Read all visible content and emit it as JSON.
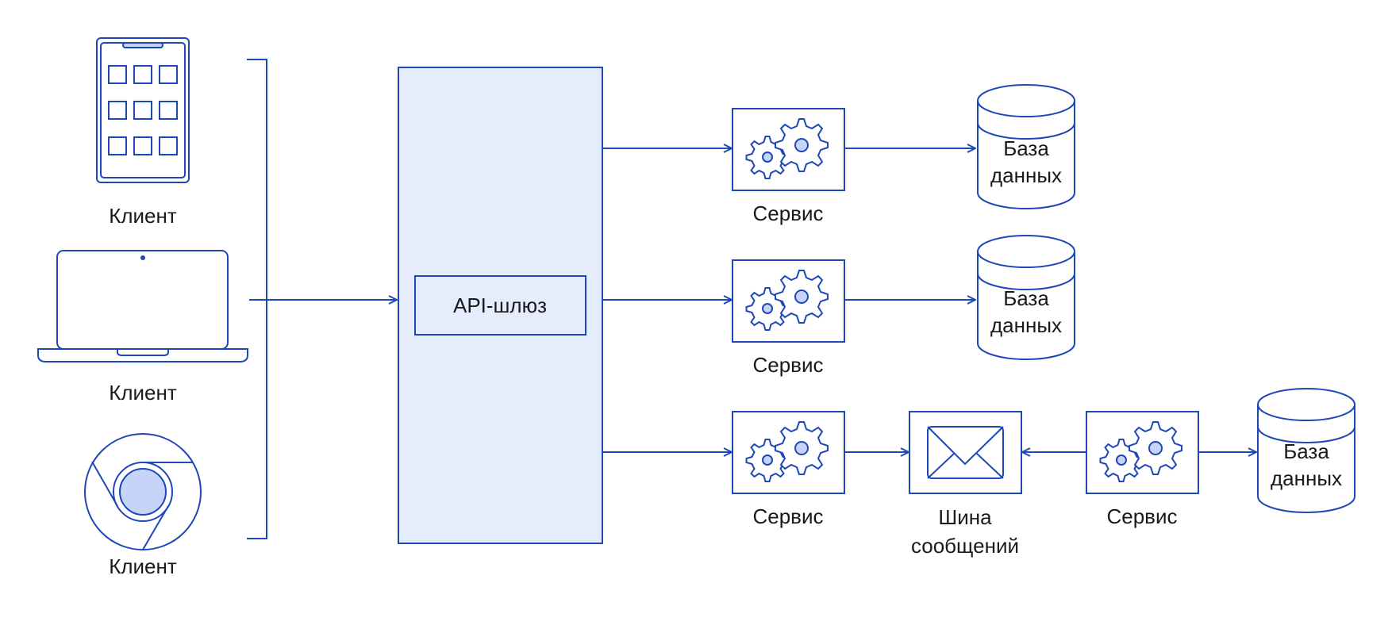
{
  "colors": {
    "line": "#1f47b8",
    "gateway_fill": "#e5ecfc",
    "accent_fill": "#c6d5f7",
    "text": "#1a1a1a",
    "background": "#ffffff"
  },
  "clients": [
    {
      "label": "Клиент",
      "icon": "tablet-icon"
    },
    {
      "label": "Клиент",
      "icon": "laptop-icon"
    },
    {
      "label": "Клиент",
      "icon": "browser-icon"
    }
  ],
  "gateway": {
    "label": "API-шлюз"
  },
  "services": [
    {
      "label": "Сервис"
    },
    {
      "label": "Сервис"
    },
    {
      "label": "Сервис"
    },
    {
      "label": "Сервис"
    }
  ],
  "databases": [
    {
      "line1": "База",
      "line2": "данных"
    },
    {
      "line1": "База",
      "line2": "данных"
    },
    {
      "line1": "База",
      "line2": "данных"
    }
  ],
  "bus": {
    "line1": "Шина",
    "line2": "сообщений",
    "icon": "envelope-icon"
  }
}
